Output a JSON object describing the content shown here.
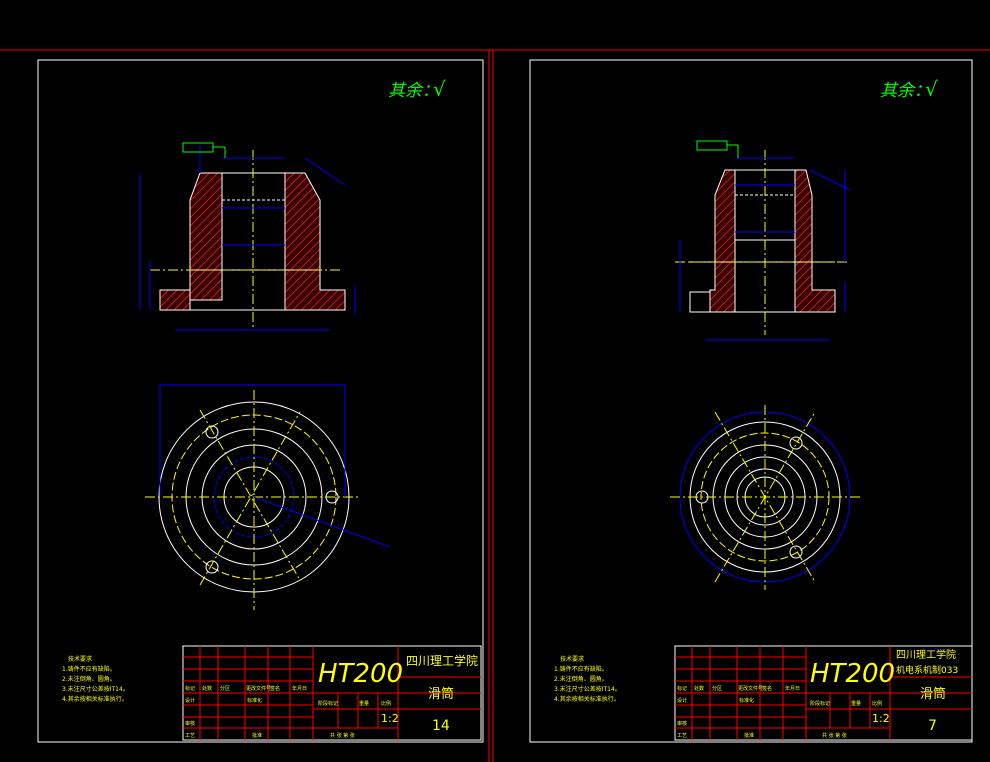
{
  "colors": {
    "background": "#000000",
    "border": "#ff0000",
    "frame": "#ffffff",
    "outline": "#ffffff",
    "dimension": "#0000ff",
    "hatch": "#ff3333",
    "centerline": "#ffff00",
    "note": "#ffff00",
    "symbol": "#00ff00",
    "title_material": "#ffff00"
  },
  "sheets": [
    {
      "roughness_note": "其余：",
      "roughness_value": "√",
      "material": "HT200",
      "school": "四川理工学院",
      "dept": "",
      "part_name": "滑筒",
      "drawing_no": "14",
      "scale": "1:2",
      "notes_title": "技术要求",
      "notes": [
        "1.铸件不应有缺陷。",
        "2.未注倒角、圆角。",
        "3.未注尺寸公差按IT14。",
        "4.其余按相关标准执行。"
      ],
      "tb_labels": [
        "标记",
        "处数",
        "分区",
        "更改文件号",
        "签名",
        "年月日",
        "设计",
        "标准化",
        "阶段标记",
        "重量",
        "比例",
        "审核",
        "工艺",
        "批准",
        "共  张  第  张"
      ]
    },
    {
      "roughness_note": "其余：",
      "roughness_value": "√",
      "material": "HT200",
      "school": "四川理工学院",
      "dept": "机电系机制033",
      "part_name": "滑筒",
      "drawing_no": "7",
      "scale": "1:2",
      "notes_title": "技术要求",
      "notes": [
        "1.铸件不应有缺陷。",
        "2.未注倒角、圆角。",
        "3.未注尺寸公差按IT14。",
        "4.其余按相关标准执行。"
      ],
      "tb_labels": [
        "标记",
        "处数",
        "分区",
        "更改文件号",
        "签名",
        "年月日",
        "设计",
        "标准化",
        "阶段标记",
        "重量",
        "比例",
        "审核",
        "工艺",
        "批准",
        "共  张  第  张"
      ]
    }
  ]
}
